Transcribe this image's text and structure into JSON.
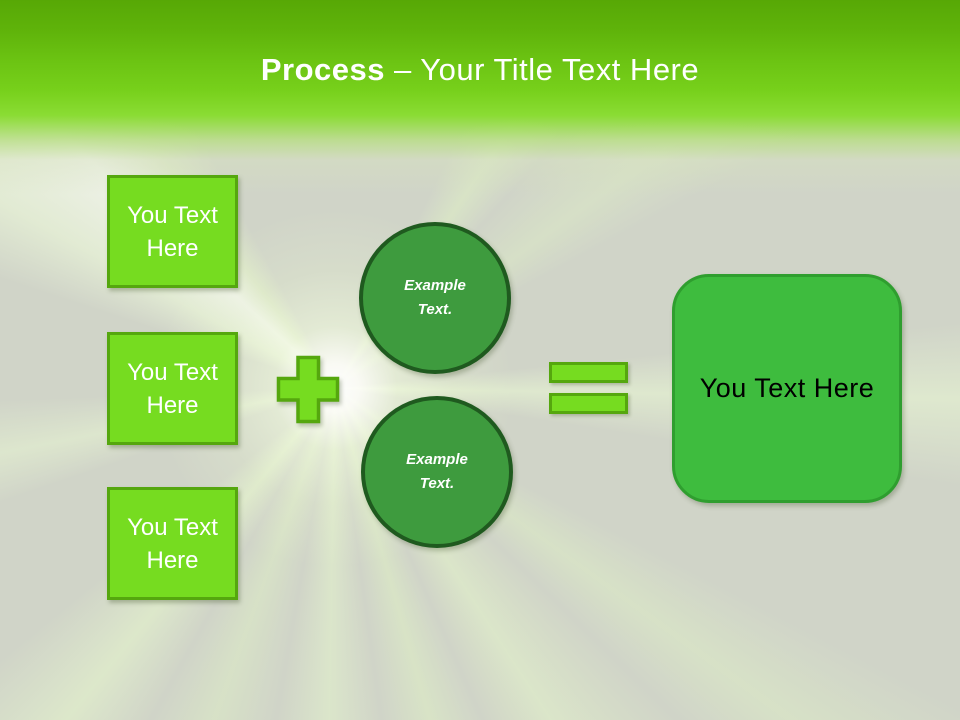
{
  "colors": {
    "header-top": "#57a806",
    "header-mid": "#6cc413",
    "header-low": "#8adc33",
    "bright-green": "#76dc20",
    "bright-green-border": "#55a70e",
    "circle-green": "#3e9b3e",
    "circle-border": "#1f5a1f",
    "result-green": "#3ebc3e",
    "result-border": "#2f9e2f",
    "bg-base": "#d0d4c8",
    "title-color": "#ffffff",
    "square-text": "#ffffff",
    "circle-text": "#ffffff",
    "result-text": "#000000"
  },
  "header": {
    "title_bold": "Process",
    "title_rest": "– Your Title Text Here"
  },
  "left_column": {
    "boxes": [
      {
        "label": "You Text Here"
      },
      {
        "label": "You Text Here"
      },
      {
        "label": "You Text Here"
      }
    ]
  },
  "equation": {
    "plus_icon": "plus",
    "equals_icon": "equals",
    "circles": [
      {
        "label": "Example Text."
      },
      {
        "label": "Example Text."
      }
    ],
    "result": {
      "label": "You Text Here"
    }
  }
}
